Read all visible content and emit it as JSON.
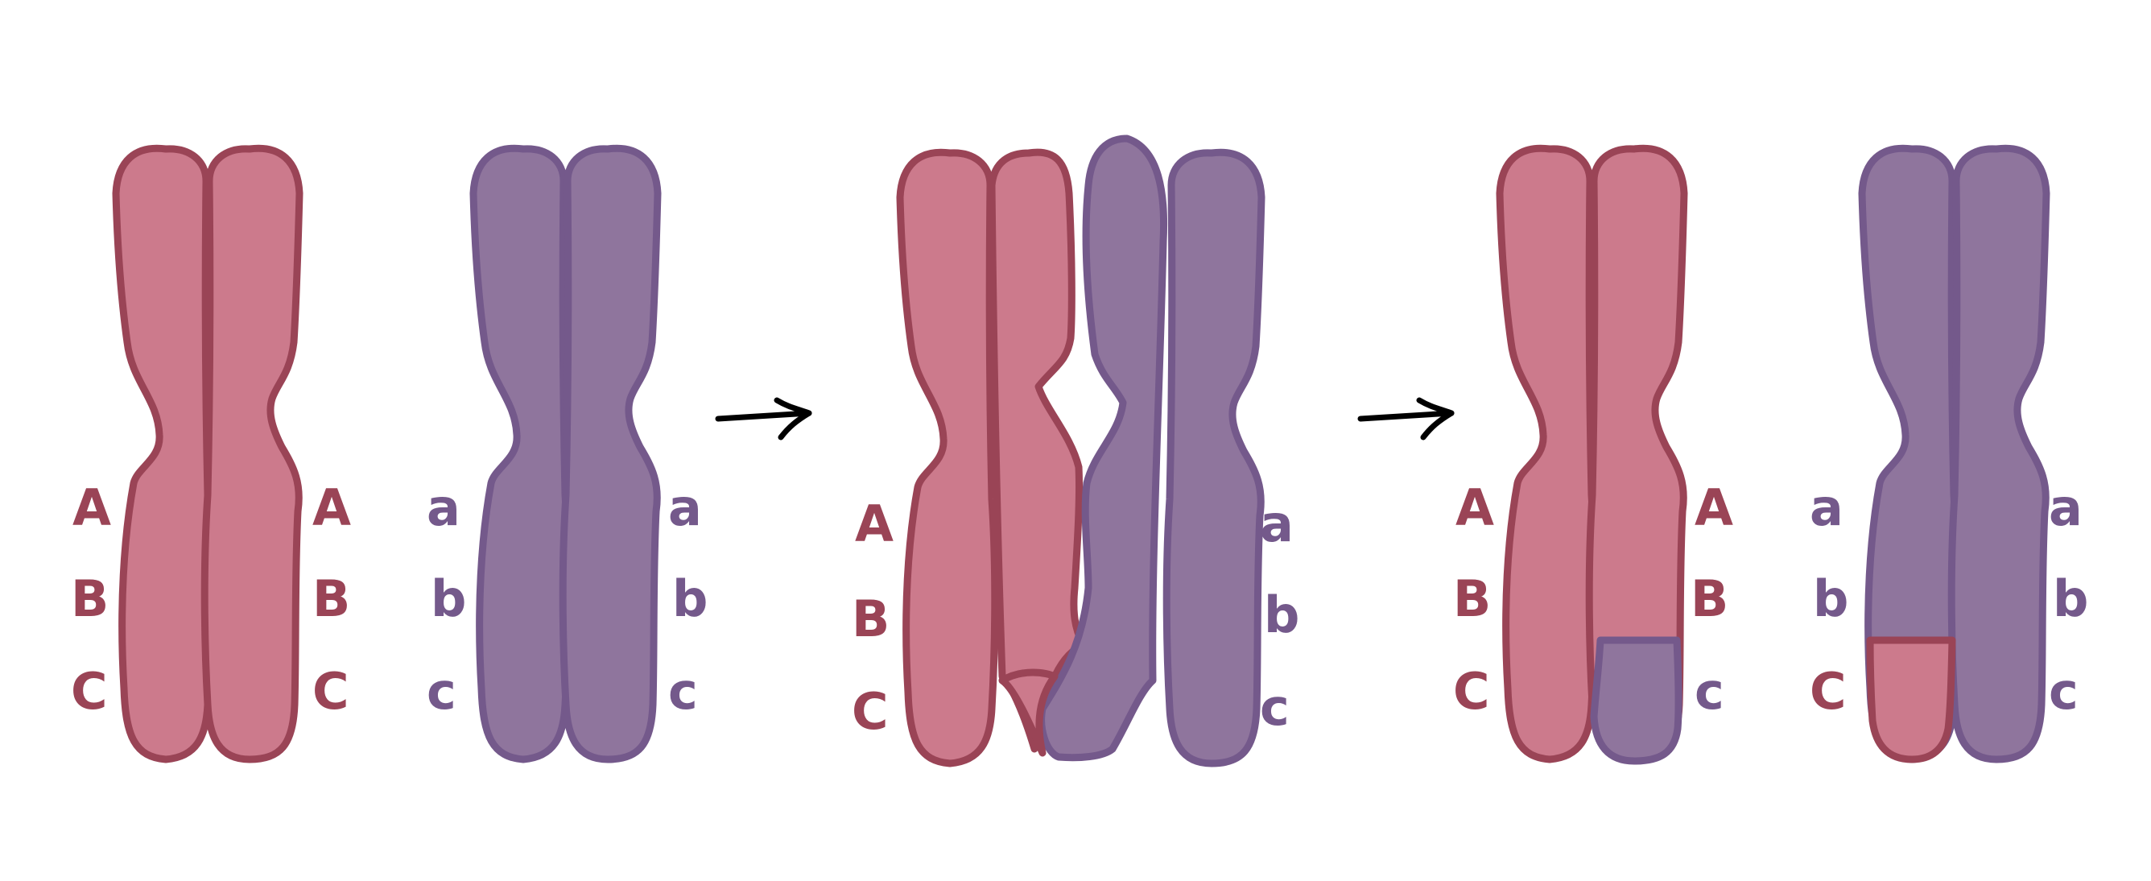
{
  "colors": {
    "maternal_fill": "#cc7a8c",
    "maternal_stroke": "#9a4456",
    "paternal_fill": "#8f759d",
    "paternal_stroke": "#74598b",
    "arrow": "#000000"
  },
  "stage1": {
    "maternal": {
      "left": [
        "A",
        "B",
        "C"
      ],
      "right": [
        "A",
        "B",
        "C"
      ]
    },
    "paternal": {
      "left": [
        "a",
        "b",
        "c"
      ],
      "right": [
        "a",
        "b",
        "c"
      ]
    }
  },
  "stage2": {
    "left": [
      "A",
      "B",
      "C"
    ],
    "right": [
      "a",
      "b",
      "c"
    ]
  },
  "stage3": {
    "maternal": {
      "left": [
        "A",
        "B",
        "C"
      ],
      "right": [
        "A",
        "B",
        "c"
      ]
    },
    "paternal": {
      "left": [
        "a",
        "b",
        "C"
      ],
      "right": [
        "a",
        "b",
        "c"
      ]
    }
  }
}
